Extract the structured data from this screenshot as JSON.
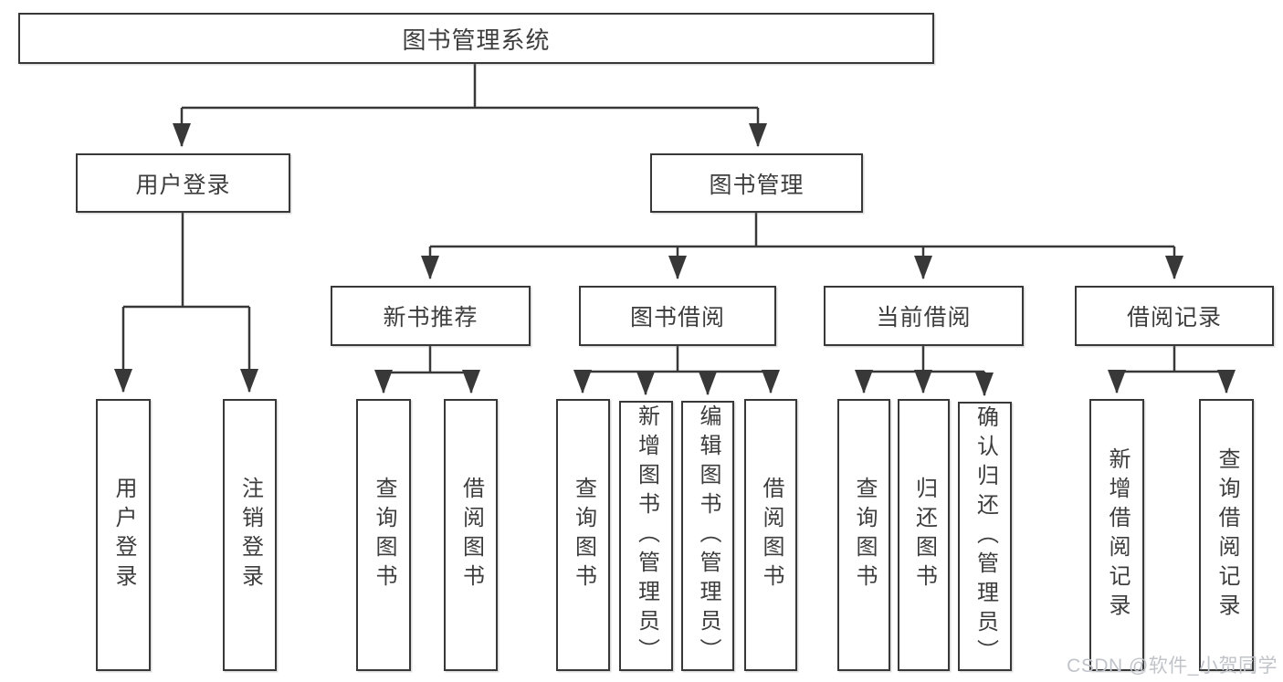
{
  "diagram": {
    "title": "图书管理系统",
    "colors": {
      "line": "#383838",
      "border": "#383838",
      "text": "#3d3d3d",
      "background": "#ffffff",
      "watermark": "#c0c4ca"
    },
    "root": {
      "label": "图书管理系统"
    },
    "level2": [
      {
        "label": "用户登录"
      },
      {
        "label": "图书管理"
      }
    ],
    "level3": [
      {
        "label": "新书推荐",
        "parent": "图书管理"
      },
      {
        "label": "图书借阅",
        "parent": "图书管理"
      },
      {
        "label": "当前借阅",
        "parent": "图书管理"
      },
      {
        "label": "借阅记录",
        "parent": "图书管理"
      }
    ],
    "level4": [
      {
        "label": "用户登录",
        "parent": "用户登录"
      },
      {
        "label": "注销登录",
        "parent": "用户登录"
      },
      {
        "label": "查询图书",
        "parent": "新书推荐"
      },
      {
        "label": "借阅图书",
        "parent": "新书推荐"
      },
      {
        "label": "查询图书",
        "parent": "图书借阅"
      },
      {
        "label": "新增图书（管理员）",
        "parent": "图书借阅"
      },
      {
        "label": "编辑图书（管理员）",
        "parent": "图书借阅"
      },
      {
        "label": "借阅图书",
        "parent": "图书借阅"
      },
      {
        "label": "查询图书",
        "parent": "当前借阅"
      },
      {
        "label": "归还图书",
        "parent": "当前借阅"
      },
      {
        "label": "确认归还（管理员）",
        "parent": "当前借阅"
      },
      {
        "label": "新增借阅记录",
        "parent": "借阅记录"
      },
      {
        "label": "查询借阅记录",
        "parent": "借阅记录"
      }
    ]
  },
  "watermark": {
    "text": "CSDN @软件_小贺同学"
  }
}
